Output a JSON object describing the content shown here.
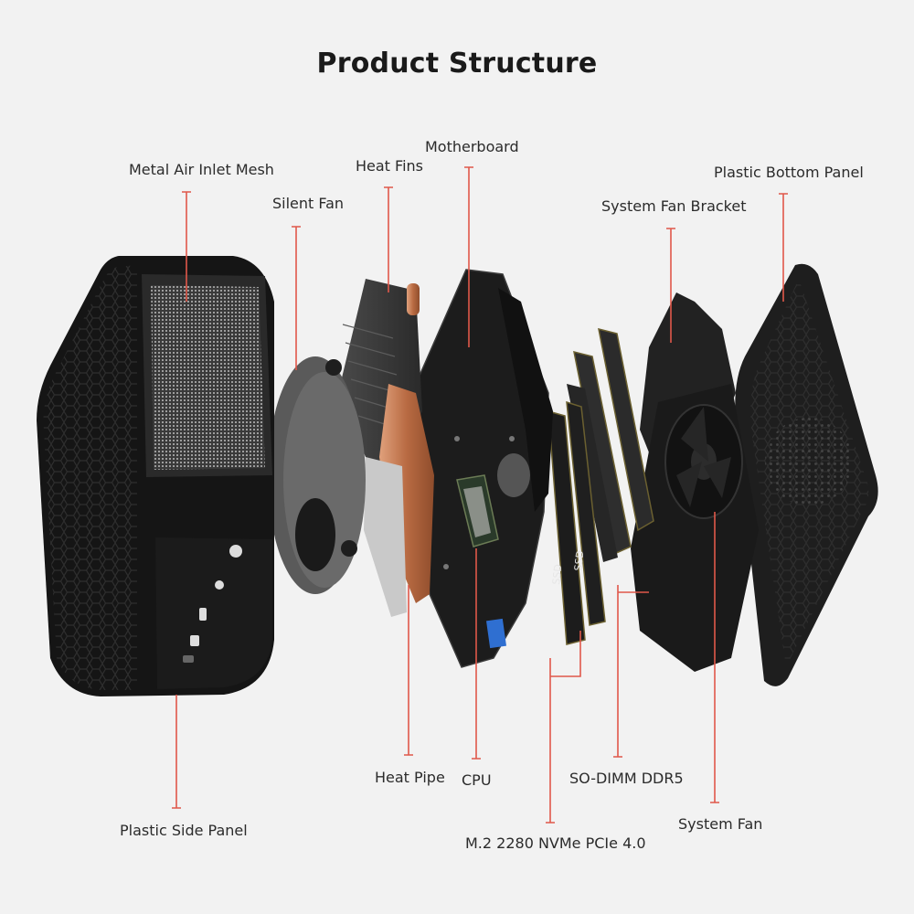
{
  "title": "Product Structure",
  "labels": {
    "metal_air_inlet_mesh": "Metal Air Inlet Mesh",
    "silent_fan": "Silent Fan",
    "heat_fins": "Heat Fins",
    "motherboard": "Motherboard",
    "system_fan_bracket": "System Fan Bracket",
    "plastic_bottom_panel": "Plastic Bottom Panel",
    "heat_pipe": "Heat Pipe",
    "cpu": "CPU",
    "so_dimm_ddr5": "SO-DIMM DDR5",
    "system_fan": "System Fan",
    "plastic_side_panel": "Plastic Side Panel",
    "m2_ssd": "M.2 2280 NVMe PCIe 4.0"
  },
  "ssd_labels": [
    "SSD",
    "SSD"
  ],
  "colors": {
    "background": "#f2f2f2",
    "leader_line": "#e0584a",
    "chassis": "#151515",
    "copper": "#c47a52",
    "pcb": "#1c1c1c"
  }
}
